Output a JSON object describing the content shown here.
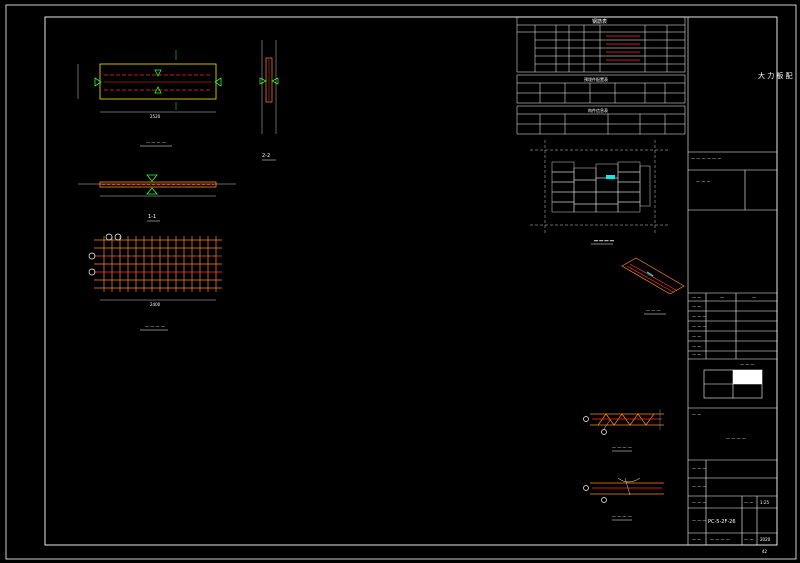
{
  "title_block": {
    "project_text": "大 力 板 配",
    "drawing_no": "PC-5-2F-26",
    "scale_value": "1:25",
    "date_value": "2020",
    "page_label": "42"
  },
  "views": {
    "section_2_2": "2-2",
    "section_1_1": "1-1",
    "top_view_dim": "2520",
    "plan_dim": "2400"
  },
  "tables": {
    "rebar_title": "钢筋表",
    "embed_title": "预埋件配置表",
    "member_title": "构件信息表"
  }
}
